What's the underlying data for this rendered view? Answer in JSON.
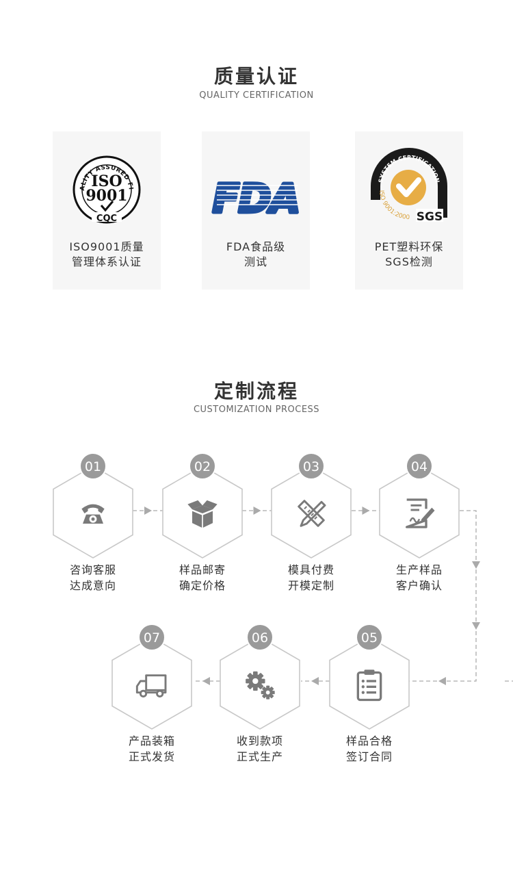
{
  "quality": {
    "title": "质量认证",
    "subtitle": "QUALITY CERTIFICATION",
    "cards": [
      {
        "logo": "iso-9001-cqc-logo",
        "logo_text": {
          "ring": "QUALITY ASSURED FIRM",
          "iso": "ISO",
          "num": "9001",
          "cqc": "CQC"
        },
        "lines": [
          "ISO9001质量",
          "管理体系认证"
        ]
      },
      {
        "logo": "fda-logo",
        "logo_text": {
          "mark": "FDA"
        },
        "lines": [
          "FDA食品级",
          "测试"
        ]
      },
      {
        "logo": "sgs-system-certification-logo",
        "logo_text": {
          "top": "SYSTEM CERTIFICATION",
          "bottom": "ISO 9001:2000",
          "mark": "SGS"
        },
        "lines": [
          "PET塑料环保",
          "SGS检测"
        ]
      }
    ]
  },
  "process": {
    "title": "定制流程",
    "subtitle": "CUSTOMIZATION PROCESS",
    "colors": {
      "badge": "#9a9a9a",
      "hex_border": "#c8c8c8",
      "icon": "#7a7a7a",
      "arrow": "#aaaaaa"
    },
    "steps": [
      {
        "num": "01",
        "icon": "telephone-icon",
        "lines": [
          "咨询客服",
          "达成意向"
        ]
      },
      {
        "num": "02",
        "icon": "package-box-icon",
        "lines": [
          "样品邮寄",
          "确定价格"
        ]
      },
      {
        "num": "03",
        "icon": "pencil-ruler-icon",
        "lines": [
          "模具付费",
          "开模定制"
        ]
      },
      {
        "num": "04",
        "icon": "document-sign-icon",
        "lines": [
          "生产样品",
          "客户确认"
        ]
      },
      {
        "num": "05",
        "icon": "clipboard-checklist-icon",
        "lines": [
          "样品合格",
          "签订合同"
        ]
      },
      {
        "num": "06",
        "icon": "gears-icon",
        "lines": [
          "收到款项",
          "正式生产"
        ]
      },
      {
        "num": "07",
        "icon": "delivery-truck-icon",
        "lines": [
          "产品装箱",
          "正式发货"
        ]
      }
    ]
  }
}
